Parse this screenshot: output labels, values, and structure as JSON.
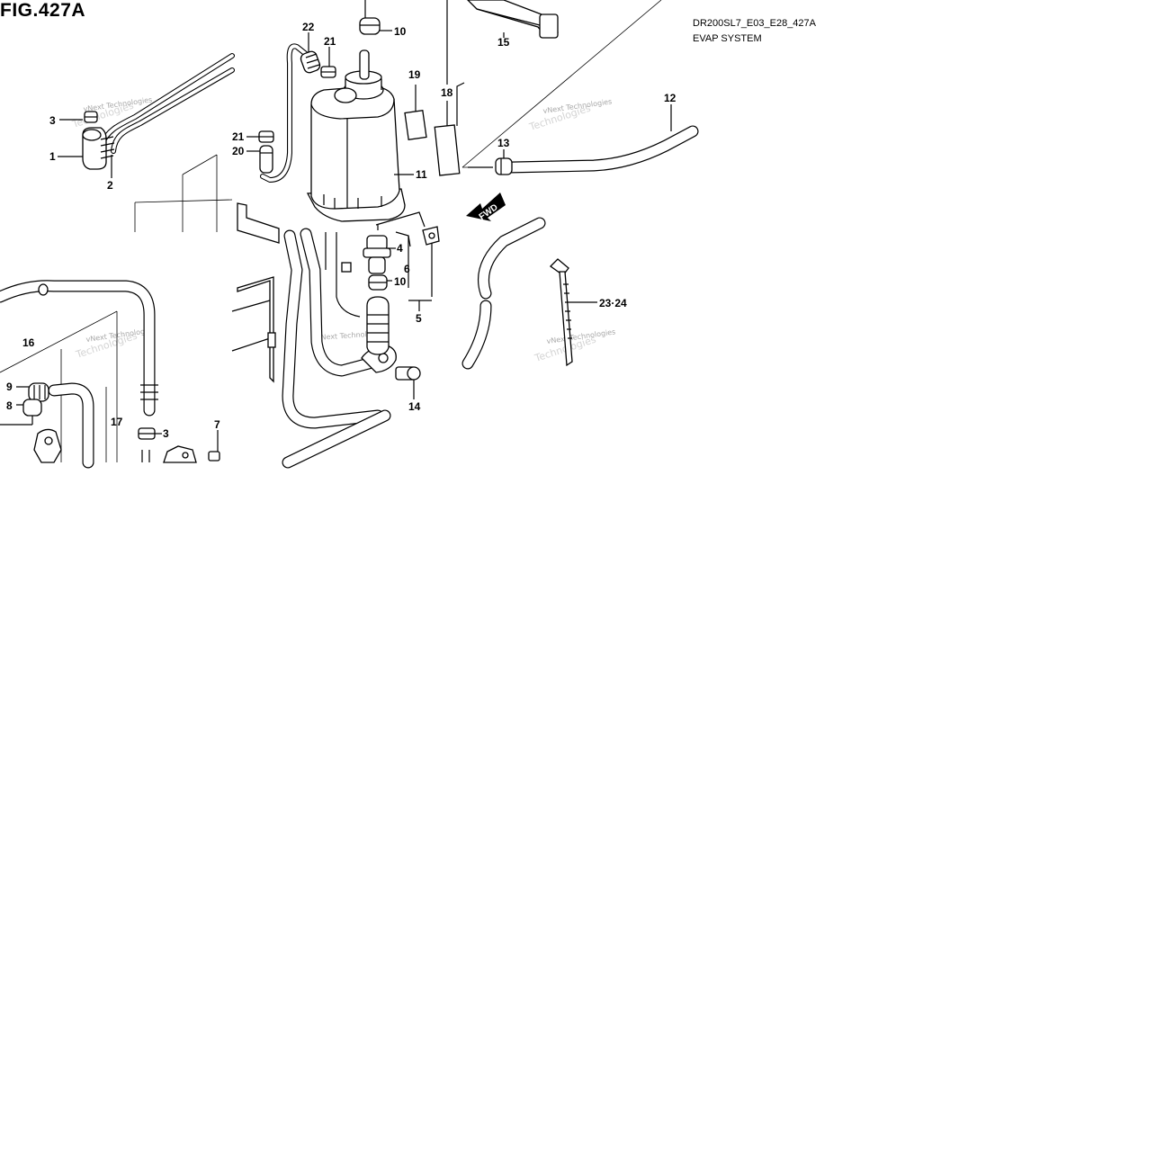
{
  "figure": {
    "title": "FIG.427A",
    "code": "DR200SL7_E03_E28_427A",
    "subtitle": "EVAP SYSTEM"
  },
  "callouts": {
    "c1": "1",
    "c2": "2",
    "c3a": "3",
    "c3b": "3",
    "c4": "4",
    "c5": "5",
    "c6": "6",
    "c7": "7",
    "c8": "8",
    "c9": "9",
    "c10a": "10",
    "c10b": "10",
    "c11": "11",
    "c12": "12",
    "c13": "13",
    "c14": "14",
    "c15": "15",
    "c16": "16",
    "c17": "17",
    "c18": "18",
    "c19": "19",
    "c20": "20",
    "c21a": "21",
    "c21b": "21",
    "c22": "22",
    "c23_24": "23·24"
  },
  "direction_marker": {
    "label": "FWD"
  },
  "watermark": {
    "line1": "vNext Technologies",
    "line2": "Technologies"
  }
}
